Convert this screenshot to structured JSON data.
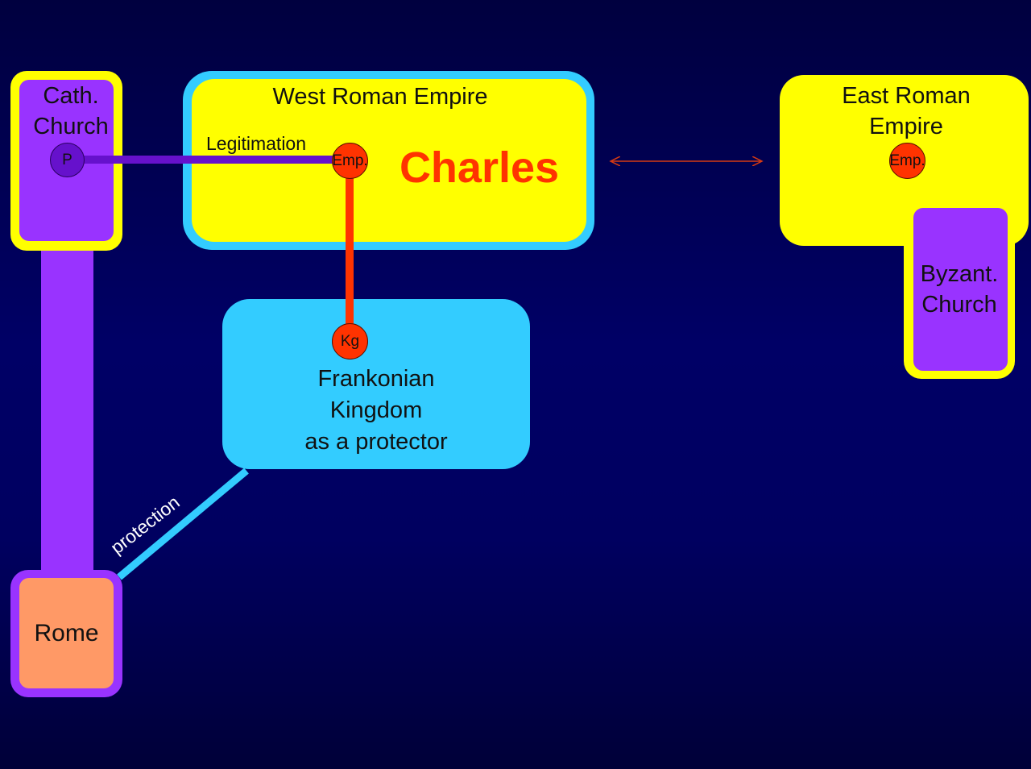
{
  "diagram": {
    "cath_church": {
      "label_line1": "Cath.",
      "label_line2": "Church",
      "node": "P"
    },
    "west_empire": {
      "title": "West Roman Empire",
      "ruler": "Charles",
      "node": "Emp."
    },
    "east_empire": {
      "title_line1": "East Roman",
      "title_line2": "Empire",
      "node": "Emp."
    },
    "byzant_church": {
      "label_line1": "Byzant.",
      "label_line2": "Church"
    },
    "frankonian": {
      "line1": "Frankonian",
      "line2": "Kingdom",
      "line3": "as a protector",
      "node": "Kg"
    },
    "rome": {
      "label": "Rome"
    },
    "edges": {
      "legitimation": "Legitimation",
      "protection": "protection"
    },
    "colors": {
      "background": "#000066",
      "yellow": "#ffff00",
      "purple": "#9933ff",
      "light_blue": "#33ccff",
      "red": "#ff3300",
      "orange": "#ff9966",
      "legitimation_line": "#6611cc"
    }
  }
}
